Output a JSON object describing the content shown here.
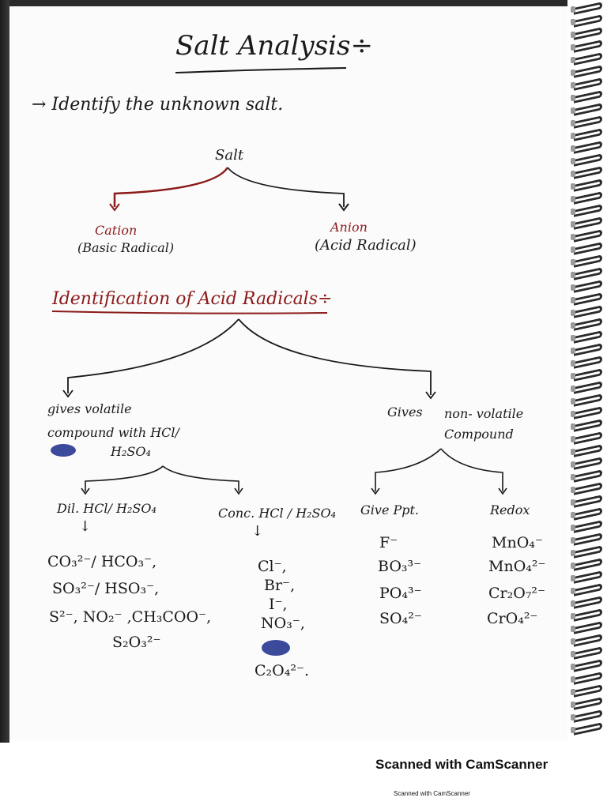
{
  "title": "Salt Analysis÷",
  "intro": "→ Identify the unknown salt.",
  "root": "Salt",
  "cation": {
    "name": "Cation",
    "sub": "(Basic Radical)"
  },
  "anion": {
    "name": "Anion",
    "sub": "(Acid Radical)"
  },
  "section_heading": "Identification of Acid Radicals÷",
  "branch_volatile": {
    "line1": "gives volatile",
    "line2": "compound with HCl/",
    "line3": "H₂SO₄"
  },
  "branch_nonvolatile": {
    "line1": "Gives",
    "line1b": "non- volatile",
    "line2": "Compound"
  },
  "groups": {
    "dil": {
      "label": "Dil. HCl/ H₂SO₄",
      "arrow": "↓",
      "ions": [
        "CO₃²⁻/ HCO₃⁻,",
        "SO₃²⁻/ HSO₃⁻,",
        "S²⁻, NO₂⁻ ,CH₃COO⁻,",
        "S₂O₃²⁻"
      ]
    },
    "conc": {
      "label": "Conc. HCl / H₂SO₄",
      "arrow": "↓",
      "ions": [
        "Cl⁻,",
        "Br⁻,",
        "I⁻,",
        "NO₃⁻,",
        "C₂O₄²⁻."
      ]
    },
    "ppt": {
      "label": "Give Ppt.",
      "ions": [
        "F⁻",
        "BO₃³⁻",
        "PO₄³⁻",
        "SO₄²⁻"
      ]
    },
    "redox": {
      "label": "Redox",
      "ions": [
        "MnO₄⁻",
        "MnO₄²⁻",
        "Cr₂O₇²⁻",
        "CrO₄²⁻"
      ]
    }
  },
  "footer": {
    "brand": "Scanned with CamScanner",
    "small": "Scanned with CamScanner"
  },
  "colors": {
    "ink": "#1a1a1a",
    "red_ink": "#8b1a1a",
    "scribble": "#1a2a8a"
  },
  "icons": [
    "spiral-binding",
    "scribble-mark"
  ]
}
